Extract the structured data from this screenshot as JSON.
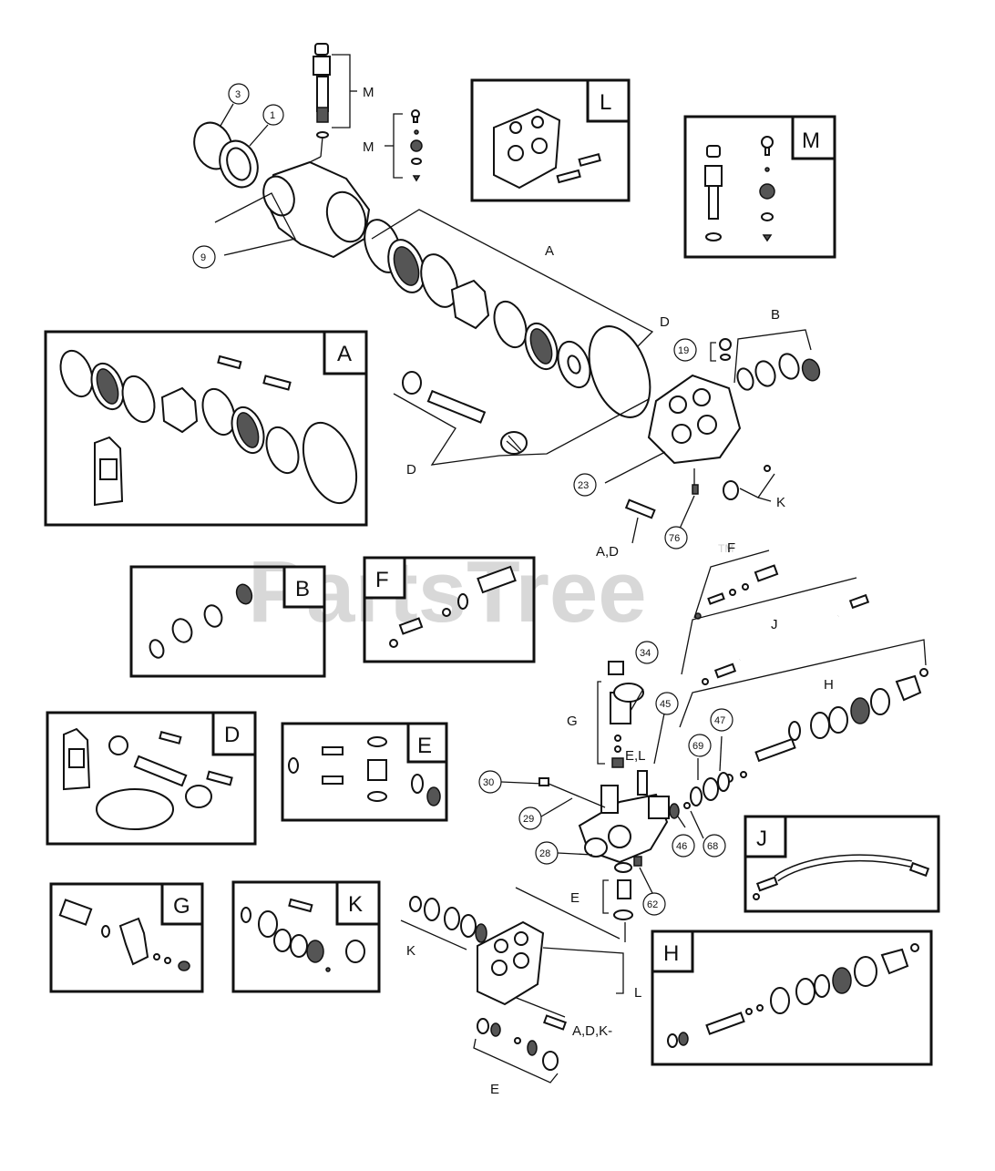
{
  "watermark": {
    "text": "PartsTree",
    "tm": "TM"
  },
  "tabs": {
    "A": "A",
    "B": "B",
    "D": "D",
    "E": "E",
    "F": "F",
    "G": "G",
    "H": "H",
    "J": "J",
    "K": "K",
    "L": "L",
    "M": "M"
  },
  "labels": {
    "A": "A",
    "B": "B",
    "D1": "D",
    "D2": "D",
    "E1": "E",
    "E2": "E",
    "EL": "E,L",
    "F": "F",
    "G": "G",
    "H": "H",
    "J": "J",
    "K1": "K",
    "K2": "K",
    "L": "L",
    "M1": "M",
    "M2": "M",
    "AD": "A,D",
    "ADK": "A,D,K-"
  },
  "callouts": {
    "c3": "3",
    "c1": "1",
    "c9": "9",
    "c19": "19",
    "c23": "23",
    "c76": "76",
    "c34": "34",
    "c45": "45",
    "c47": "47",
    "c69": "69",
    "c30": "30",
    "c29": "29",
    "c28": "28",
    "c46": "46",
    "c68": "68",
    "c62": "62"
  }
}
